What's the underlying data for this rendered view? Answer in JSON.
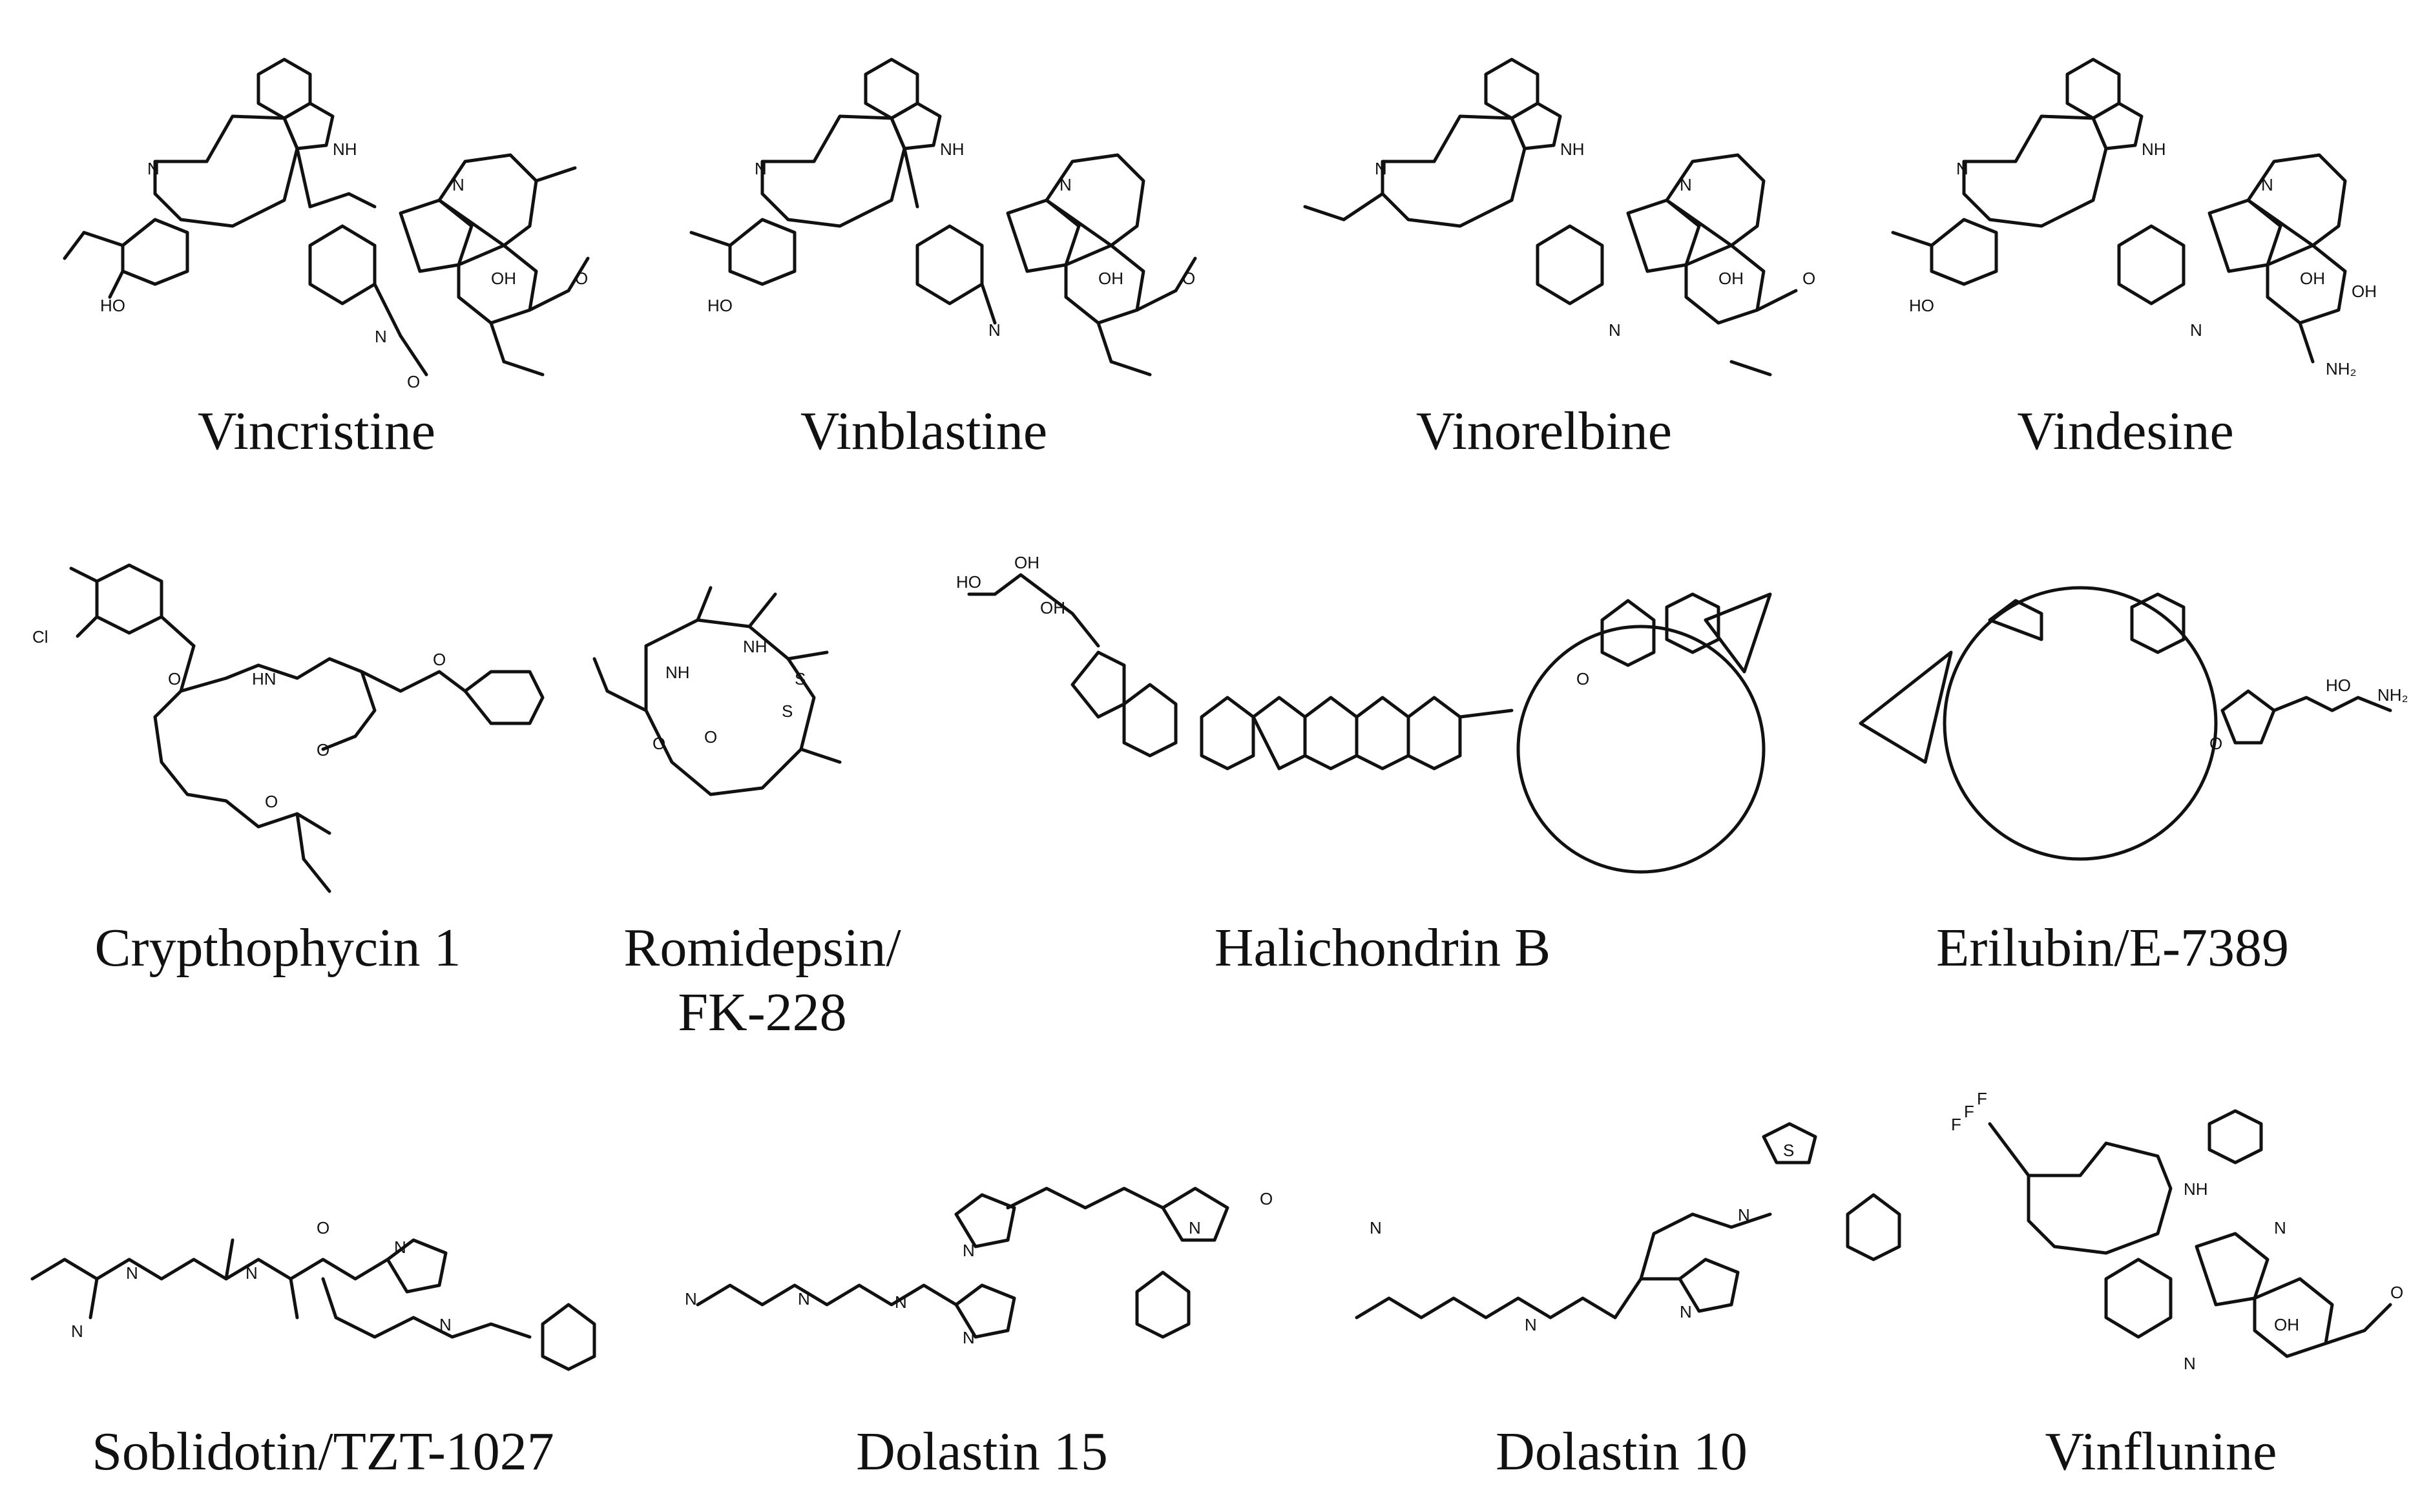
{
  "figure": {
    "compounds": [
      {
        "id": "vincristine",
        "name": "Vincristine"
      },
      {
        "id": "vinblastine",
        "name": "Vinblastine"
      },
      {
        "id": "vinorelbine",
        "name": "Vinorelbine"
      },
      {
        "id": "vindesine",
        "name": "Vindesine"
      },
      {
        "id": "cryptophycin",
        "name": "Crypthophycin 1"
      },
      {
        "id": "romidepsin",
        "name": "Romidepsin/",
        "name_line2": "FK-228"
      },
      {
        "id": "halichondrin",
        "name": "Halichondrin B"
      },
      {
        "id": "eribulin",
        "name": "Erilubin/E-7389"
      },
      {
        "id": "soblidotin",
        "name": "Soblidotin/TZT-1027"
      },
      {
        "id": "dolastatin15",
        "name": "Dolastin 15"
      },
      {
        "id": "dolastatin10",
        "name": "Dolastin 10"
      },
      {
        "id": "vinflunine",
        "name": "Vinflunine"
      }
    ],
    "atom_labels": {
      "nh": "NH",
      "n": "N",
      "o": "O",
      "oh": "OH",
      "ho": "HO",
      "nh2": "NH₂",
      "cl": "Cl",
      "s": "S",
      "hn": "HN",
      "f": "F"
    }
  }
}
